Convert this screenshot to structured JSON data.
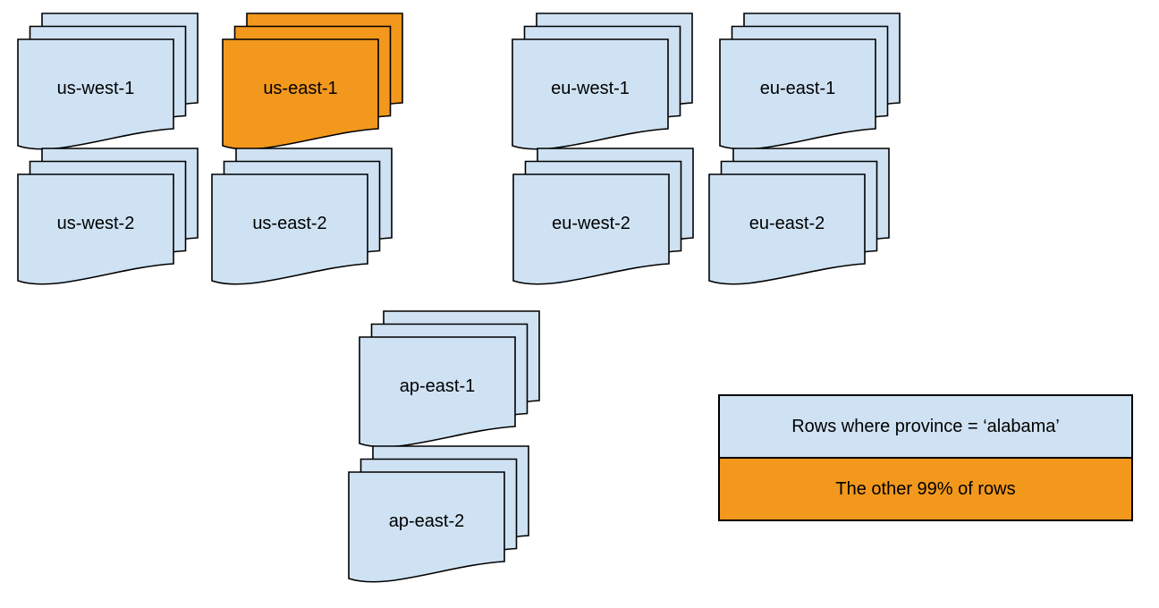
{
  "diagram": {
    "description": "Stacks of document shapes representing database regions",
    "regions": [
      {
        "id": "us-west-1",
        "label": "us-west-1",
        "highlighted": false
      },
      {
        "id": "us-east-1",
        "label": "us-east-1",
        "highlighted": true
      },
      {
        "id": "eu-west-1",
        "label": "eu-west-1",
        "highlighted": false
      },
      {
        "id": "eu-east-1",
        "label": "eu-east-1",
        "highlighted": false
      },
      {
        "id": "us-west-2",
        "label": "us-west-2",
        "highlighted": false
      },
      {
        "id": "us-east-2",
        "label": "us-east-2",
        "highlighted": false
      },
      {
        "id": "eu-west-2",
        "label": "eu-west-2",
        "highlighted": false
      },
      {
        "id": "eu-east-2",
        "label": "eu-east-2",
        "highlighted": false
      },
      {
        "id": "ap-east-1",
        "label": "ap-east-1",
        "highlighted": false
      },
      {
        "id": "ap-east-2",
        "label": "ap-east-2",
        "highlighted": false
      }
    ],
    "stack_copies": 3,
    "colors": {
      "normal_fill": "#cfe2f3",
      "highlight_fill": "#f2981d",
      "stroke": "#000000",
      "text": "#000000"
    }
  },
  "legend": {
    "items": [
      {
        "id": "alabama-rows",
        "label": "Rows where province = ‘alabama’",
        "fill": "#cfe2f3"
      },
      {
        "id": "other-rows",
        "label": "The other 99% of rows",
        "fill": "#f2981d"
      }
    ]
  }
}
